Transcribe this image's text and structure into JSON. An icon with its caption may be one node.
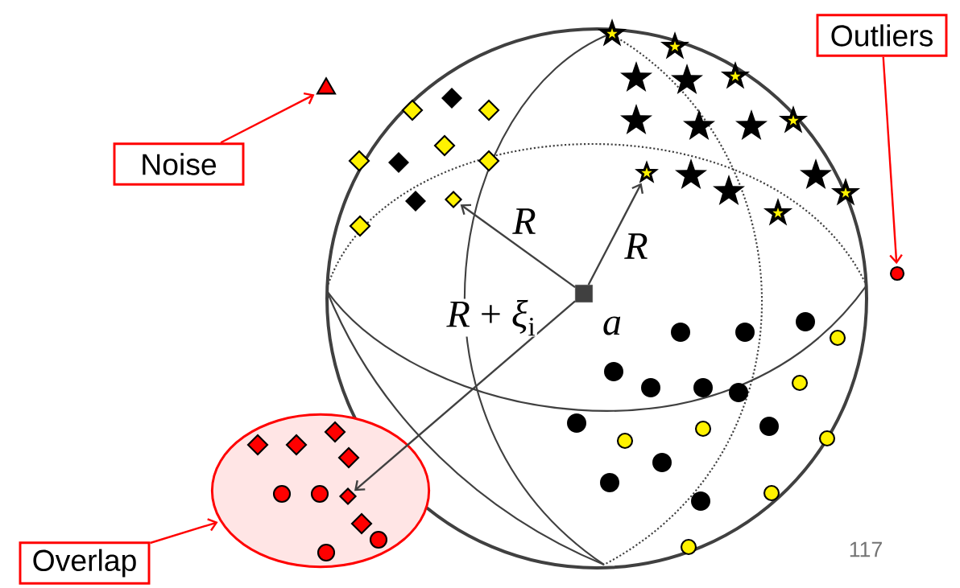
{
  "diagram": {
    "nodes": [
      {
        "text": [
          "Noise"
        ]
      },
      {
        "text": [],
        "shape": "triangle"
      },
      {
        "text": [
          "Outliers"
        ]
      },
      {
        "text": [],
        "shape": "circle"
      },
      {
        "text": [
          "Overlap"
        ]
      },
      {
        "text": [],
        "shape": "ellipse"
      },
      {
        "text": [],
        "shape": "box",
        "beside": [
          "a"
        ]
      },
      {
        "text": [],
        "shape": "diamond"
      },
      {
        "text": [],
        "shape": "star"
      },
      {
        "text": [],
        "shape": "diamond",
        "in": 5
      }
    ],
    "edges": [
      {
        "from": 0,
        "to": 1,
        "arrow": "to",
        "color": "#ff0000"
      },
      {
        "from": 2,
        "to": 3,
        "arrow": "to",
        "color": "#ff0000"
      },
      {
        "from": 4,
        "to": 5,
        "arrow": "to",
        "color": "#ff0000"
      },
      {
        "from": 6,
        "to": 7,
        "arrow": "to",
        "label": "*R*",
        "color": "#404040"
      },
      {
        "from": 6,
        "to": 8,
        "arrow": "to",
        "label": "*R*",
        "color": "#404040"
      },
      {
        "from": 6,
        "to": 9,
        "arrow": "to",
        "label": "*R* + *ξ*$_{i}$",
        "color": "#404040"
      }
    ],
    "labels": [
      "117"
    ]
  }
}
